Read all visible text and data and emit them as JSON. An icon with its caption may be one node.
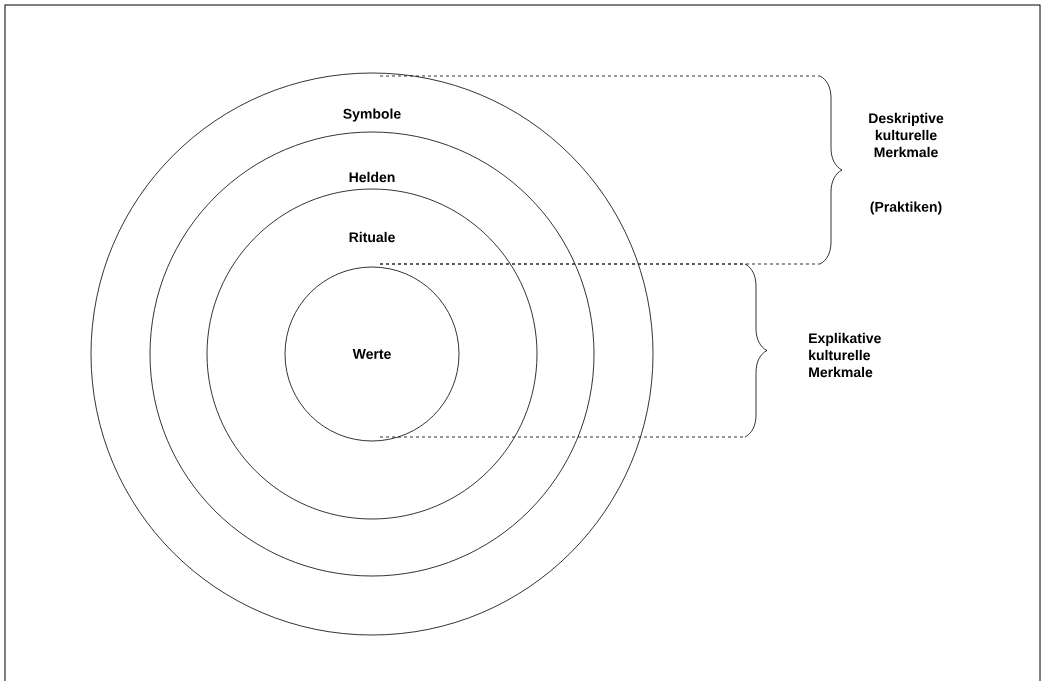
{
  "diagram": {
    "nodes": [
      {
        "text": [
          "Symbole"
        ]
      },
      {
        "text": [
          "Helden"
        ],
        "in": 0
      },
      {
        "text": [
          "Rituale"
        ],
        "in": 1
      },
      {
        "text": [
          "Werte"
        ],
        "in": 2
      }
    ],
    "labels": [
      "Deskriptive kulturelle Merkmale",
      "(Praktiken)",
      "Explikative kulturelle Merkmale"
    ]
  }
}
